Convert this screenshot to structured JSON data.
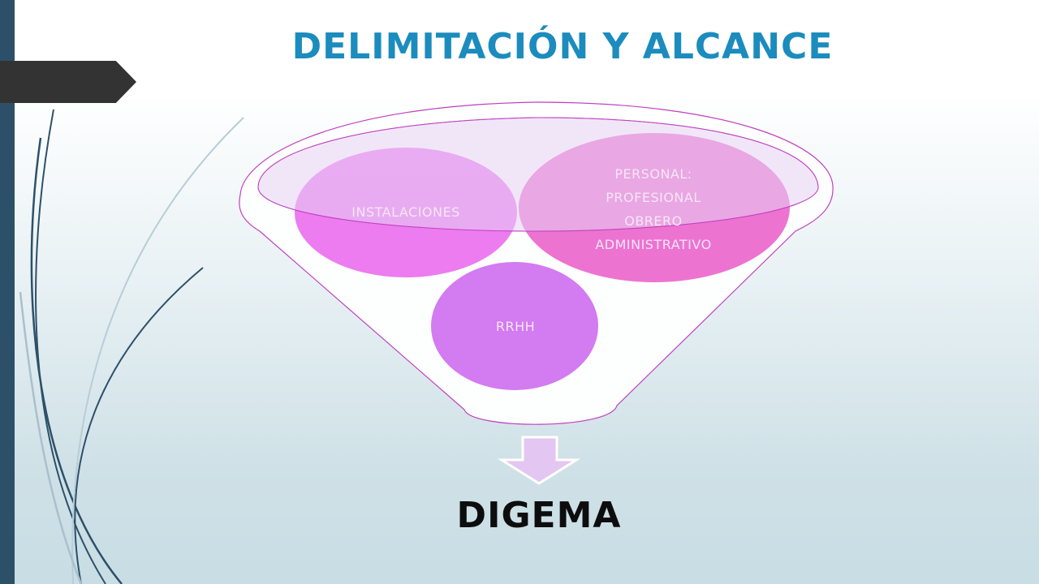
{
  "slide": {
    "title": "DELIMITACIÓN Y ALCANCE"
  },
  "diagram": {
    "nodes": {
      "instalaciones": "INSTALACIONES",
      "personal": {
        "line1": "PERSONAL:",
        "line2": "PROFESIONAL",
        "line3": "OBRERO",
        "line4": "ADMINISTRATIVO"
      },
      "rrhh": "RRHH"
    },
    "result": "DIGEMA"
  },
  "colors": {
    "title": "#1b8cbd",
    "left_bar": "#2d5069",
    "corner_tab": "#333333",
    "instalaciones_fill": "#e335e6",
    "personal_fill": "#e637bd",
    "rrhh_fill": "#d37bf0",
    "funnel_outline": "#c040c0",
    "funnel_fill": "#ffffff",
    "arrow_fill": "#e3c6f1"
  }
}
